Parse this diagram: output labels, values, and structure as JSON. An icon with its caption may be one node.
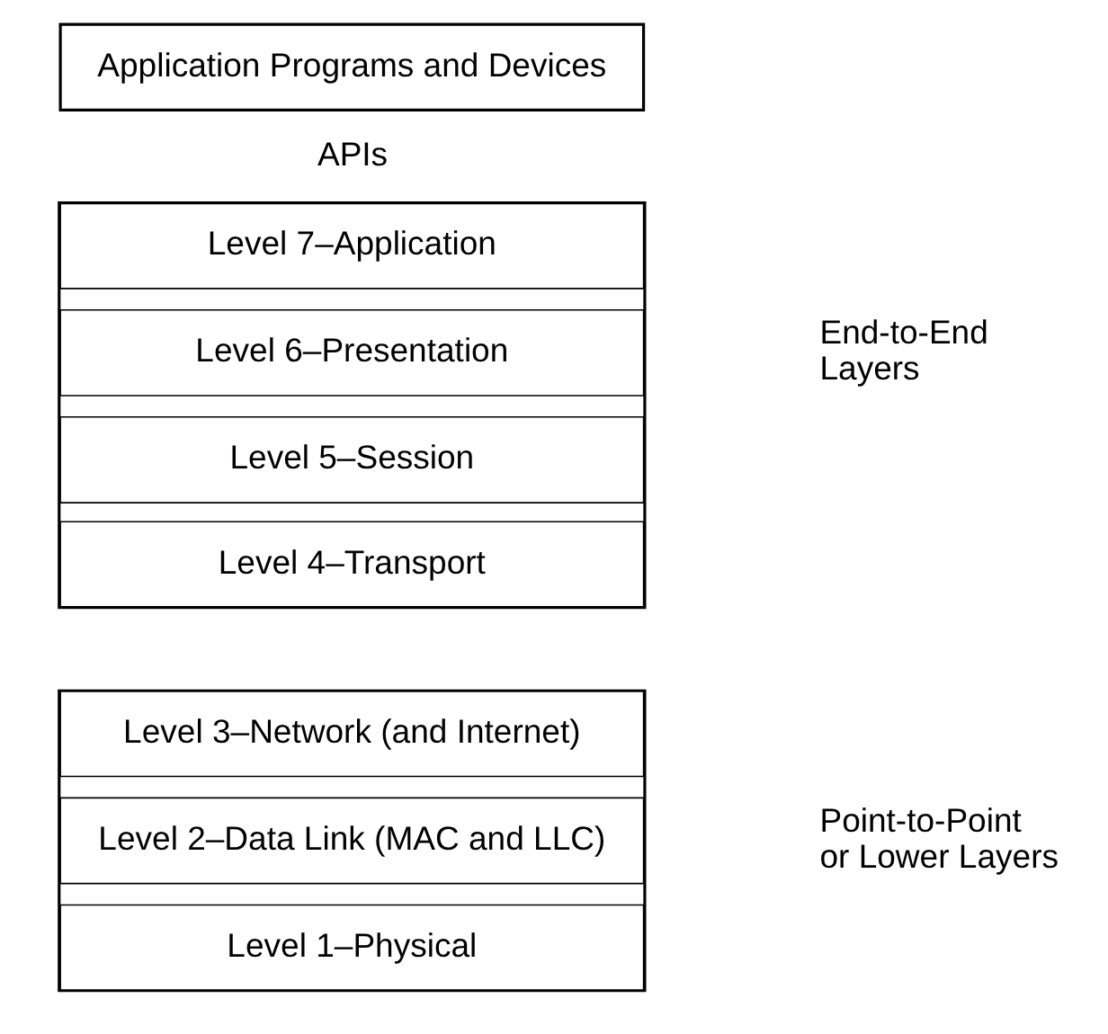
{
  "diagram": {
    "nodes": [
      {
        "text": [
          "Application Programs and Devices"
        ]
      },
      {
        "text": [],
        "shape": "box"
      },
      {
        "text": [
          "Level 7–Application"
        ],
        "in": 1
      },
      {
        "text": [
          "Level 6–Presentation"
        ],
        "in": 1
      },
      {
        "text": [
          "Level 5–Session"
        ],
        "in": 1
      },
      {
        "text": [
          "Level 4–Transport"
        ],
        "in": 1
      },
      {
        "text": [],
        "shape": "box"
      },
      {
        "text": [
          "Level 3–Network (and Internet)"
        ],
        "in": 6
      },
      {
        "text": [
          "Level 2–Data Link (MAC and LLC)"
        ],
        "in": 6
      },
      {
        "text": [
          "Level 1–Physical"
        ],
        "in": 6
      }
    ],
    "edges": [],
    "labels": [
      "APIs",
      "End-to-End Layers",
      "Point-to-Point or Lower Layers"
    ]
  }
}
